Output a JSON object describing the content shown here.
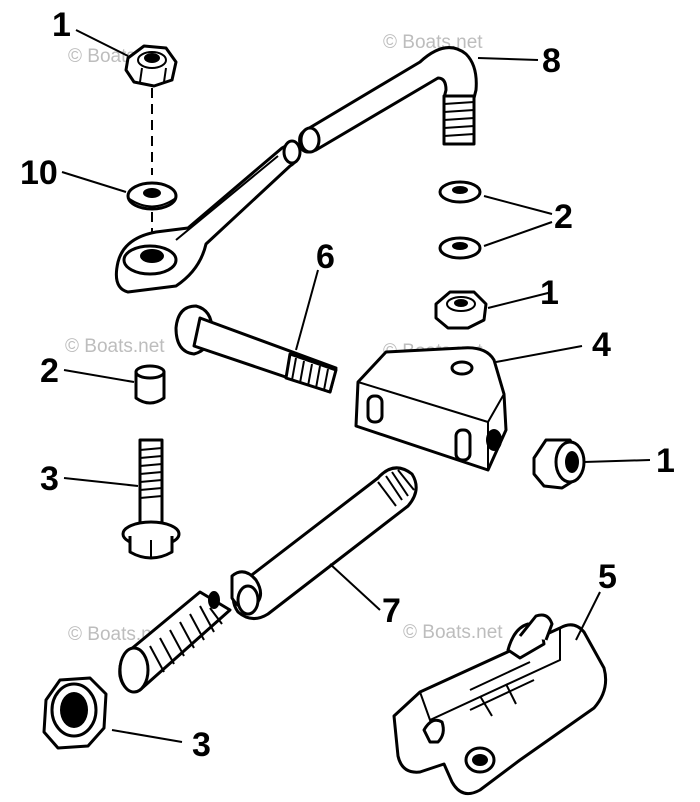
{
  "callouts": [
    "1",
    "1",
    "1",
    "10",
    "2",
    "2",
    "2",
    "3",
    "3",
    "4",
    "5",
    "6",
    "7",
    "8"
  ],
  "watermark": "© Boats.net",
  "colors": {
    "line": "#000000",
    "watermark": "#bdbdbd",
    "background": "#ffffff"
  }
}
